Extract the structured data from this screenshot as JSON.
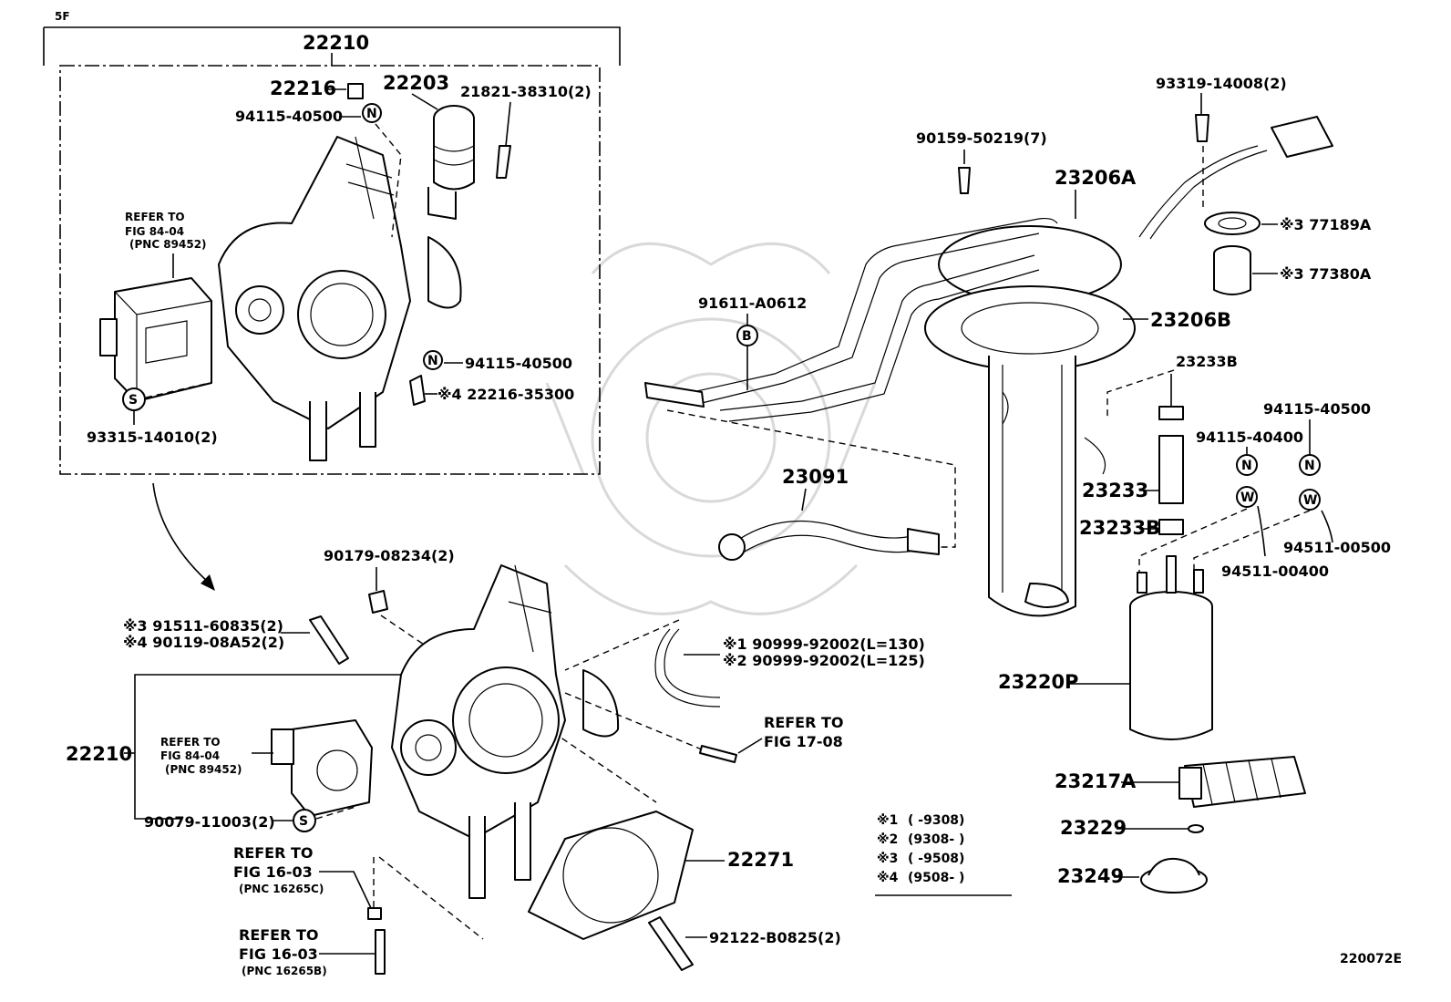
{
  "header": {
    "section": "5F",
    "assembly_no": "22210",
    "drawing_no": "220072E"
  },
  "labels": {
    "p22216": "22216",
    "p22203": "22203",
    "p21821": "21821-38310(2)",
    "p94115_a": "94115-40500",
    "refer_a1": "REFER TO",
    "refer_a2": "FIG 84-04",
    "refer_a3": "(PNC 89452)",
    "p94115_b": "94115-40500",
    "p22216_35300": "※4 22216-35300",
    "p93315": "93315-14010(2)",
    "p93319": "93319-14008(2)",
    "p90159": "90159-50219(7)",
    "p23206A": "23206A",
    "p77189A": "※3 77189A",
    "p77380A": "※3 77380A",
    "p91611": "91611-A0612",
    "p23206B": "23206B",
    "p23233B_top": "23233B",
    "p94115_c": "94115-40500",
    "p94115_40400": "94115-40400",
    "p23091": "23091",
    "p23233": "23233",
    "p23233B_bot": "23233B",
    "p94511_00500": "94511-00500",
    "p94511_00400": "94511-00400",
    "p90179": "90179-08234(2)",
    "p91511": "※3 91511-60835(2)",
    "p90119": "※4 90119-08A52(2)",
    "p90999_1": "※1 90999-92002(L=130)",
    "p90999_2": "※2 90999-92002(L=125)",
    "p22210b": "22210",
    "refer_b1": "REFER TO",
    "refer_b2": "FIG 84-04",
    "refer_b3": "(PNC 89452)",
    "refer_c1": "REFER TO",
    "refer_c2": "FIG 17-08",
    "p90079": "90079-11003(2)",
    "p23220P": "23220P",
    "p23217A": "23217A",
    "refer_d1": "REFER TO",
    "refer_d2": "FIG 16-03",
    "refer_d3": "(PNC 16265C)",
    "p22271": "22271",
    "p23229": "23229",
    "p23249": "23249",
    "refer_e1": "REFER TO",
    "refer_e2": "FIG 16-03",
    "refer_e3": "(PNC 16265B)",
    "p92122": "92122-B0825(2)"
  },
  "legend": [
    {
      "mark": "※1",
      "range": "(        -9308)"
    },
    {
      "mark": "※2",
      "range": "(9308-        )"
    },
    {
      "mark": "※3",
      "range": "(        -9508)"
    },
    {
      "mark": "※4",
      "range": "(9508-        )"
    }
  ],
  "symbols": {
    "nut": "N",
    "screw": "S",
    "bolt": "B",
    "washer": "W"
  }
}
